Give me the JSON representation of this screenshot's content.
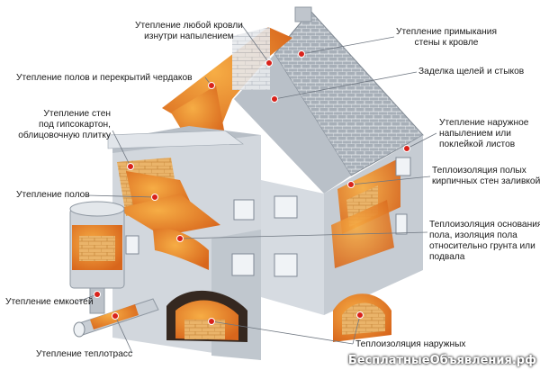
{
  "colors": {
    "foam": "#f49a2c",
    "foam_dark": "#d0661a",
    "brick": "#e8b46a",
    "wall": "#c9cfd6",
    "wall_shade": "#aab1ba",
    "roof": "#9aa3ad",
    "pointer": "#d9221b"
  },
  "labels": {
    "roof_spray": [
      "Утепление любой кровли",
      "изнутри напылением"
    ],
    "wall_roof_junction": [
      "Утепление примыкания",
      "стены к кровле"
    ],
    "attic_floors": [
      "Утепление полов и перекрытий чердаков"
    ],
    "gap_sealing": [
      "Заделка щелей и стыков"
    ],
    "walls_under_drywall": [
      "Утепление стен",
      "под гипсокартон,",
      "облицовочную плитку"
    ],
    "external_spray": [
      "Утепление наружное",
      "напылением или",
      "поклейкой листов"
    ],
    "floors": [
      "Утепление полов"
    ],
    "hollow_brick": [
      "Теплоизоляция полых",
      "кирпичных стен заливкой"
    ],
    "foundation": [
      "Теплоизоляция основания",
      "пола, изоляция пола",
      "относительно грунта или",
      "подвала"
    ],
    "tanks": [
      "Утепление емкостей"
    ],
    "pipelines": [
      "Утепление теплотрасс"
    ],
    "external": [
      "Теплоизоляция наружных"
    ]
  },
  "watermark": "БесплатныеОбъявления.рф"
}
